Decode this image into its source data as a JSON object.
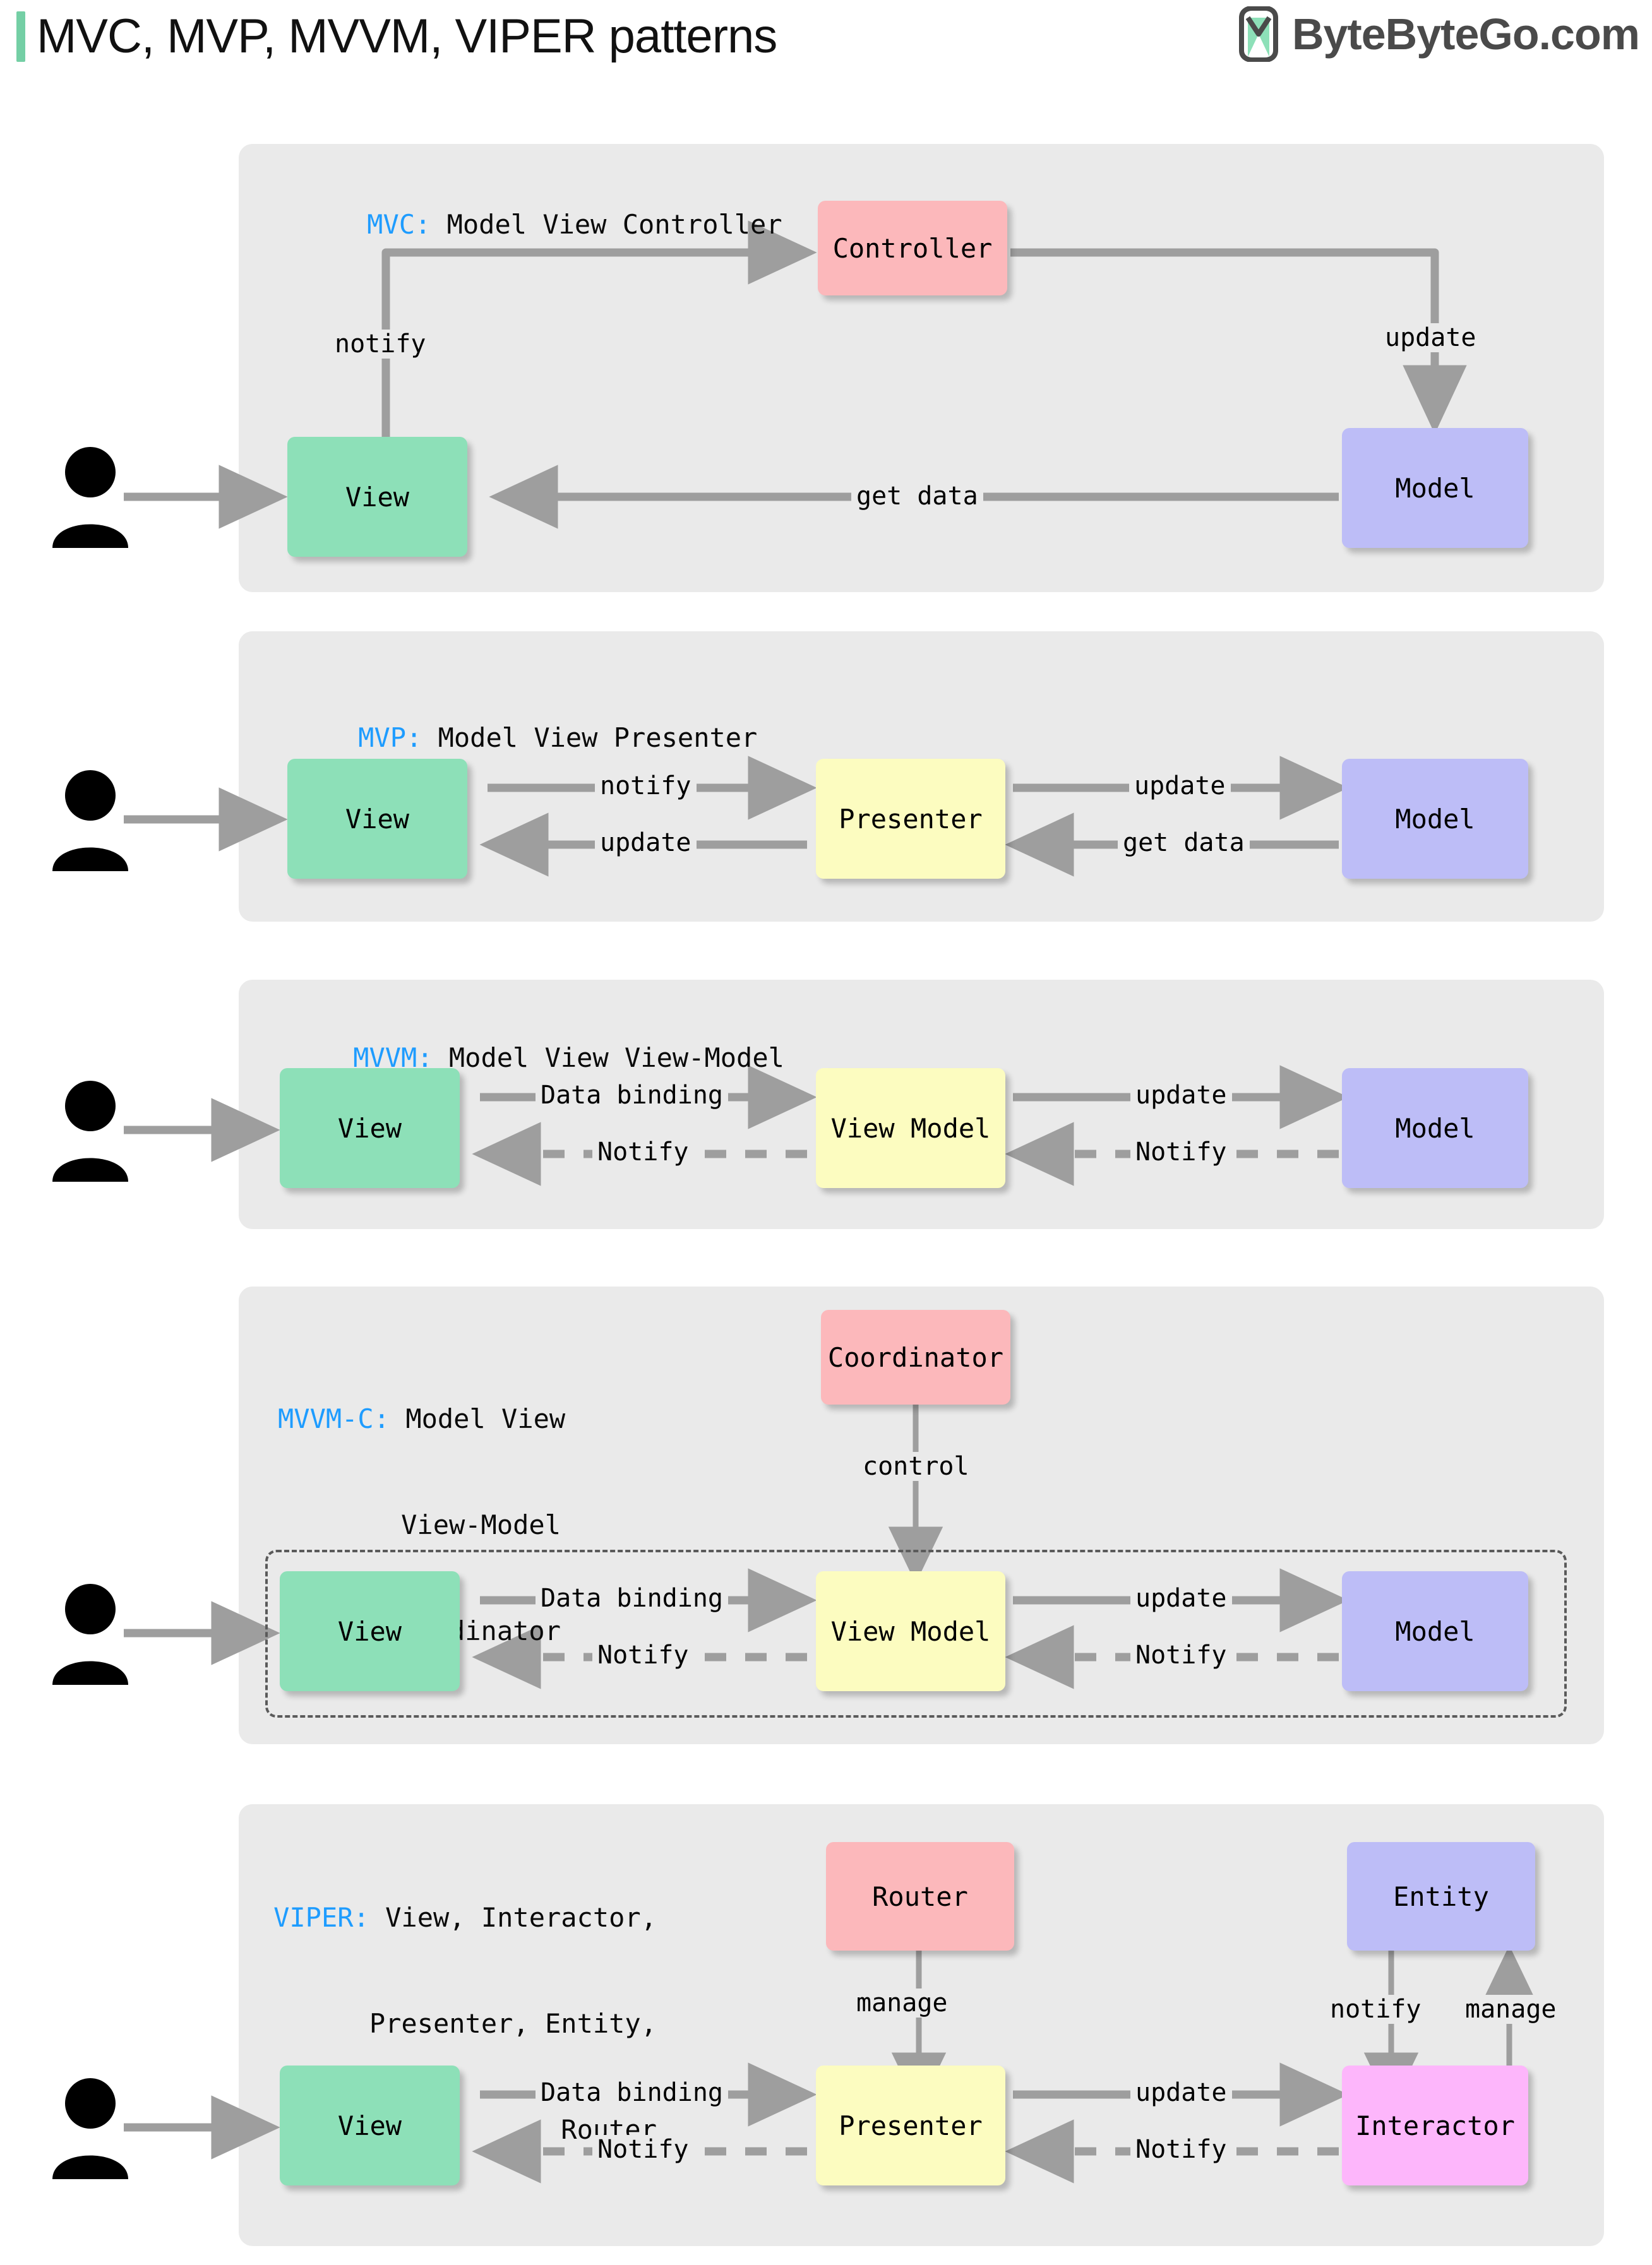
{
  "header": {
    "title": "MVC, MVP, MVVM, VIPER patterns",
    "logo_text": "ByteByteGo.com",
    "accent_color": "#74cfa5"
  },
  "colors": {
    "panel_bg": "#eaeaea",
    "view": "#8de0b8",
    "model": "#bdbdf7",
    "controller": "#fcb8bb",
    "viewmodel": "#fcfcc0",
    "interactor": "#fdb6fb",
    "arrow": "#9e9e9e",
    "label_key": "#1e9cff"
  },
  "sections": [
    {
      "key": "MVC:",
      "title": "Model View Controller",
      "nodes": {
        "view": "View",
        "controller": "Controller",
        "model": "Model"
      },
      "edges": {
        "notify": "notify",
        "update": "update",
        "get_data": "get data"
      }
    },
    {
      "key": "MVP:",
      "title": "Model View Presenter",
      "nodes": {
        "view": "View",
        "presenter": "Presenter",
        "model": "Model"
      },
      "edges": {
        "notify": "notify",
        "update_back": "update",
        "update": "update",
        "get_data": "get data"
      }
    },
    {
      "key": "MVVM:",
      "title": "Model View View-Model",
      "nodes": {
        "view": "View",
        "viewmodel": "View Model",
        "model": "Model"
      },
      "edges": {
        "data_binding": "Data binding",
        "notify_left": "Notify",
        "update": "update",
        "notify_right": "Notify"
      }
    },
    {
      "key": "MVVM-C:",
      "title_line1": "Model View",
      "title_line2": "View-Model",
      "title_line3": "Coordinator",
      "nodes": {
        "coordinator": "Coordinator",
        "view": "View",
        "viewmodel": "View Model",
        "model": "Model"
      },
      "edges": {
        "control": "control",
        "data_binding": "Data binding",
        "notify_left": "Notify",
        "update": "update",
        "notify_right": "Notify"
      }
    },
    {
      "key": "VIPER:",
      "title_line1": "View, Interactor,",
      "title_line2": "Presenter, Entity,",
      "title_line3": "Router",
      "nodes": {
        "router": "Router",
        "entity": "Entity",
        "view": "View",
        "presenter": "Presenter",
        "interactor": "Interactor"
      },
      "edges": {
        "manage": "manage",
        "notify_entity": "notify",
        "manage_entity": "manage",
        "data_binding": "Data binding",
        "notify_left": "Notify",
        "update": "update",
        "notify_right": "Notify"
      }
    }
  ],
  "icons": {
    "user": "user-icon",
    "logo_mark": "bytebytego-logo-icon"
  }
}
